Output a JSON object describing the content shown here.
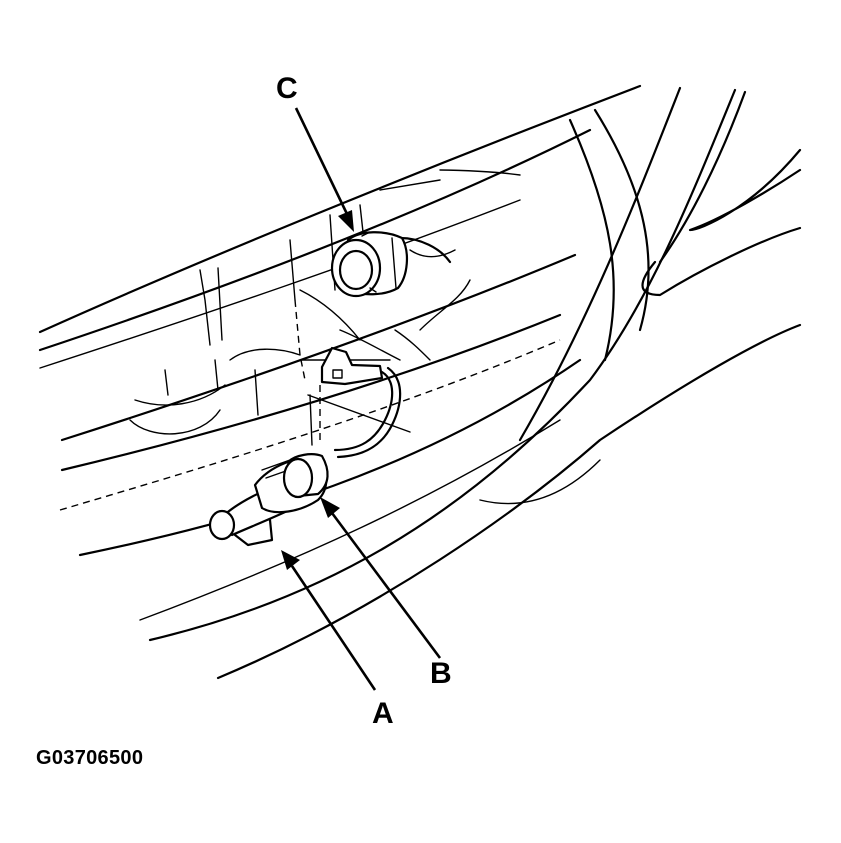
{
  "callouts": {
    "a": "A",
    "b": "B",
    "c": "C"
  },
  "figure_id": "G03706500",
  "parts": {
    "a": "bulb-socket",
    "b": "bulb",
    "c": "side-marker-connector"
  },
  "colors": {
    "line": "#000000",
    "background": "#ffffff"
  }
}
